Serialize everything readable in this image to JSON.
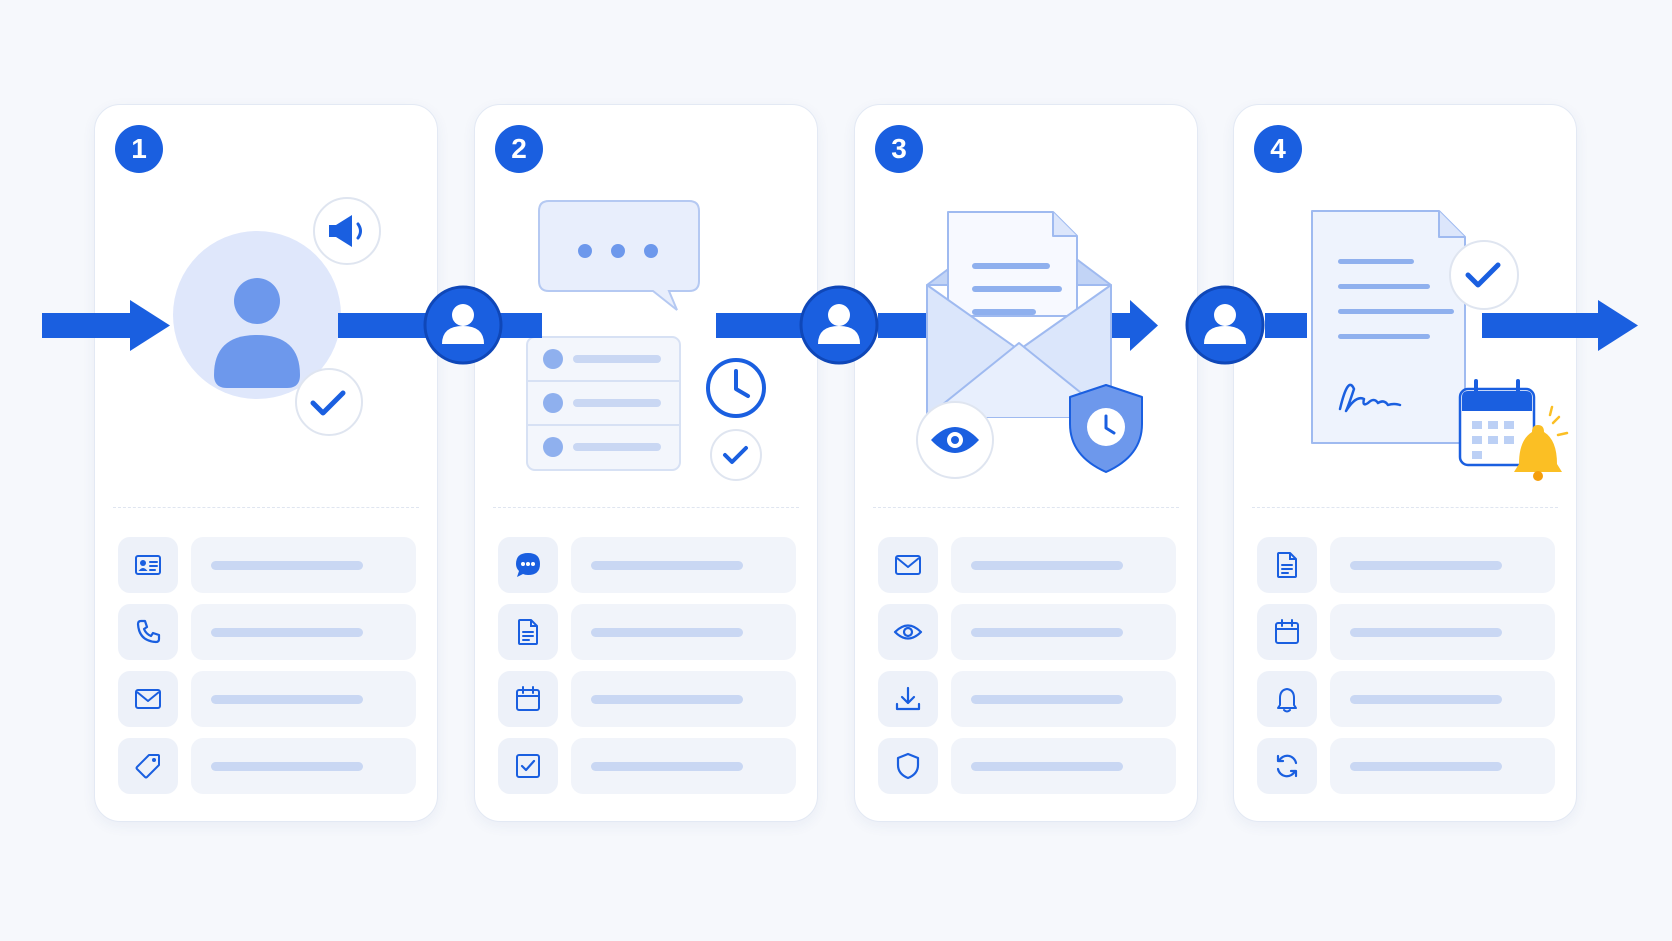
{
  "colors": {
    "accent": "#1a5fe0",
    "light_blue": "#dfe7fb",
    "mid_blue": "#6d98ec",
    "bell_yellow": "#fbbf24",
    "background": "#f6f8fc"
  },
  "steps": [
    {
      "number": "1",
      "illustration": "user-profile-announcement",
      "rows": [
        {
          "icon": "contact-card-icon"
        },
        {
          "icon": "phone-icon"
        },
        {
          "icon": "mail-icon"
        },
        {
          "icon": "tag-icon"
        }
      ]
    },
    {
      "number": "2",
      "illustration": "chat-checklist-schedule",
      "rows": [
        {
          "icon": "chat-bubble-icon"
        },
        {
          "icon": "document-icon"
        },
        {
          "icon": "calendar-icon"
        },
        {
          "icon": "checkbox-icon"
        }
      ]
    },
    {
      "number": "3",
      "illustration": "envelope-view-secure",
      "rows": [
        {
          "icon": "mail-icon"
        },
        {
          "icon": "eye-icon"
        },
        {
          "icon": "download-icon"
        },
        {
          "icon": "shield-icon"
        }
      ]
    },
    {
      "number": "4",
      "illustration": "signed-document-reminder",
      "rows": [
        {
          "icon": "document-icon"
        },
        {
          "icon": "calendar-icon"
        },
        {
          "icon": "bell-icon"
        },
        {
          "icon": "refresh-icon"
        }
      ]
    }
  ],
  "connectors": [
    {
      "icon": "user-avatar-icon"
    },
    {
      "icon": "user-avatar-icon"
    },
    {
      "icon": "user-avatar-icon"
    }
  ]
}
